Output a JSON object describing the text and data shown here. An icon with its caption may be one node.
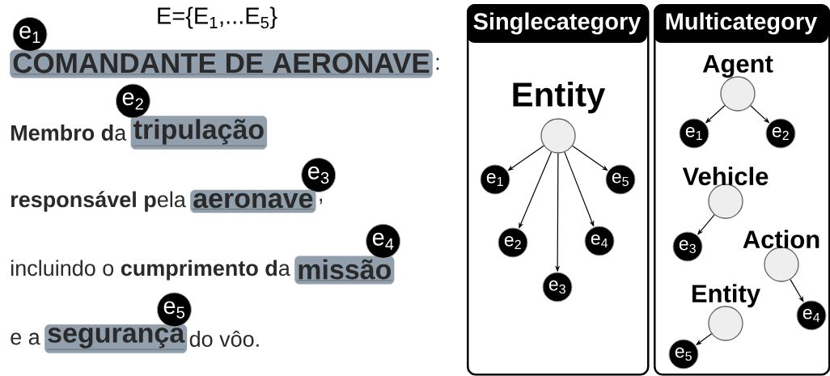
{
  "diagram": {
    "title": "E={E$_{1}$,...E$_{5}$}",
    "nodes": [
      {
        "text": [
          "e$_{1}$"
        ]
      },
      {
        "text": [
          "COMANDANTE DE AERONAVE"
        ]
      },
      {
        "text": [
          "e$_{2}$"
        ]
      },
      {
        "text": [
          "tripulação"
        ]
      },
      {
        "text": [
          "e$_{3}$"
        ]
      },
      {
        "text": [
          "aeronave"
        ]
      },
      {
        "text": [
          "e$_{4}$"
        ]
      },
      {
        "text": [
          "missão"
        ]
      },
      {
        "text": [
          "e$_{5}$"
        ]
      },
      {
        "text": [
          "segurança"
        ]
      },
      {
        "text": [
          "Singlecategory"
        ]
      },
      {
        "text": [
          "Entity"
        ],
        "in": 10
      },
      {
        "text": [
          "e$_{1}$"
        ],
        "in": 10
      },
      {
        "text": [
          "e$_{2}$"
        ],
        "in": 10
      },
      {
        "text": [
          "e$_{3}$"
        ],
        "in": 10
      },
      {
        "text": [
          "e$_{4}$"
        ],
        "in": 10
      },
      {
        "text": [
          "e$_{5}$"
        ],
        "in": 10
      },
      {
        "text": [
          "Multicategory"
        ]
      },
      {
        "text": [
          "Agent"
        ],
        "in": 17
      },
      {
        "text": [
          "e$_{1}$"
        ],
        "in": 17
      },
      {
        "text": [
          "e$_{2}$"
        ],
        "in": 17
      },
      {
        "text": [
          "Vehicle"
        ],
        "in": 17
      },
      {
        "text": [
          "e$_{3}$"
        ],
        "in": 17
      },
      {
        "text": [
          "Action"
        ],
        "in": 17
      },
      {
        "text": [
          "e$_{4}$"
        ],
        "in": 17
      },
      {
        "text": [
          "Entity"
        ],
        "in": 17
      },
      {
        "text": [
          "e$_{5}$"
        ],
        "in": 17
      }
    ],
    "edges": [
      {
        "from": 11,
        "to": 12,
        "arrow": "to"
      },
      {
        "from": 11,
        "to": 13,
        "arrow": "to"
      },
      {
        "from": 11,
        "to": 14,
        "arrow": "to"
      },
      {
        "from": 11,
        "to": 15,
        "arrow": "to"
      },
      {
        "from": 11,
        "to": 16,
        "arrow": "to"
      },
      {
        "from": 18,
        "to": 19,
        "arrow": "to"
      },
      {
        "from": 18,
        "to": 20,
        "arrow": "to"
      },
      {
        "from": 21,
        "to": 22,
        "arrow": "to"
      },
      {
        "from": 23,
        "to": 24,
        "arrow": "to"
      },
      {
        "from": 25,
        "to": 26,
        "arrow": "to"
      }
    ],
    "labels": [
      ":",
      "**Membro d**a",
      "**responsável p**ela",
      ",",
      "incluindo o **cumprimento d**a",
      "e a",
      "do vôo."
    ]
  }
}
